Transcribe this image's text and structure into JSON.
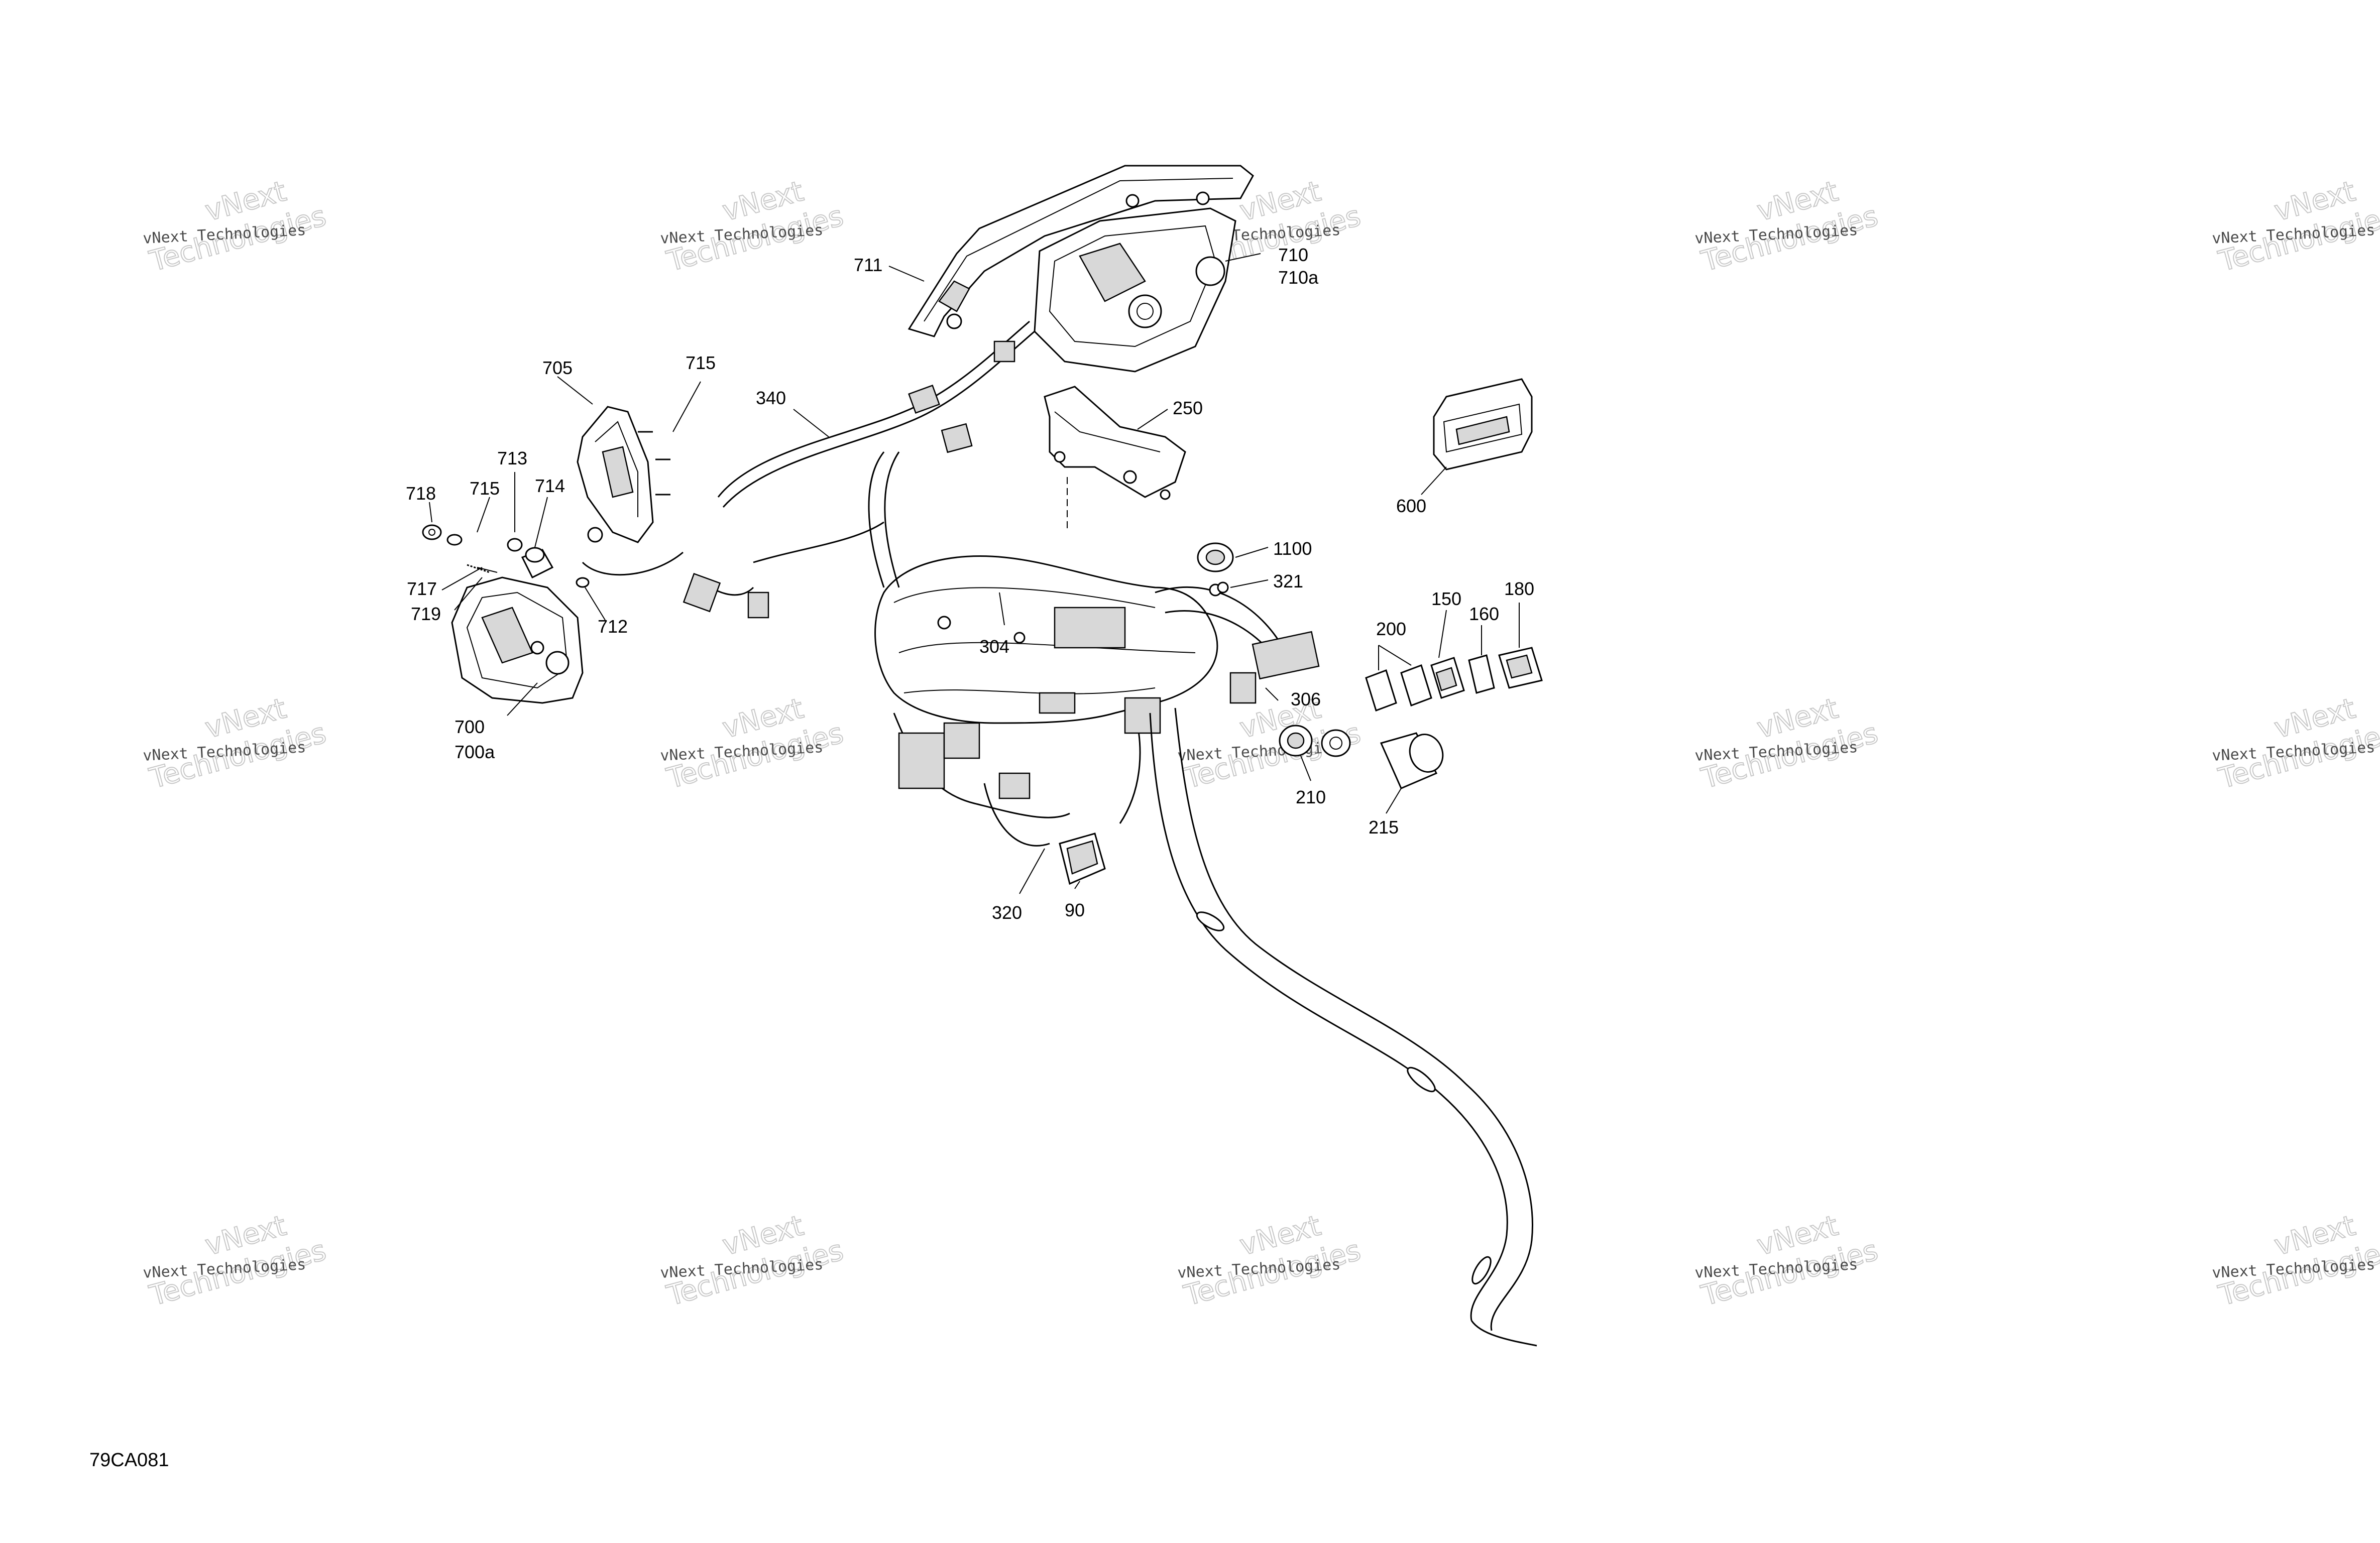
{
  "figure_ref": "79CA081",
  "watermark": {
    "line1": "vNext Technologies",
    "line2": "Technologies",
    "line3": "vNext"
  },
  "labels": {
    "l711": "711",
    "l710": "710",
    "l710a": "710a",
    "l705": "705",
    "l715a": "715",
    "l340": "340",
    "l250": "250",
    "l600": "600",
    "l713": "713",
    "l718": "718",
    "l715b": "715",
    "l714": "714",
    "l717": "717",
    "l719": "719",
    "l712": "712",
    "l700": "700",
    "l700a": "700a",
    "l1100": "1100",
    "l321": "321",
    "l304": "304",
    "l150": "150",
    "l180": "180",
    "l160": "160",
    "l200": "200",
    "l306": "306",
    "l210": "210",
    "l215": "215",
    "l320": "320",
    "l90": "90"
  }
}
